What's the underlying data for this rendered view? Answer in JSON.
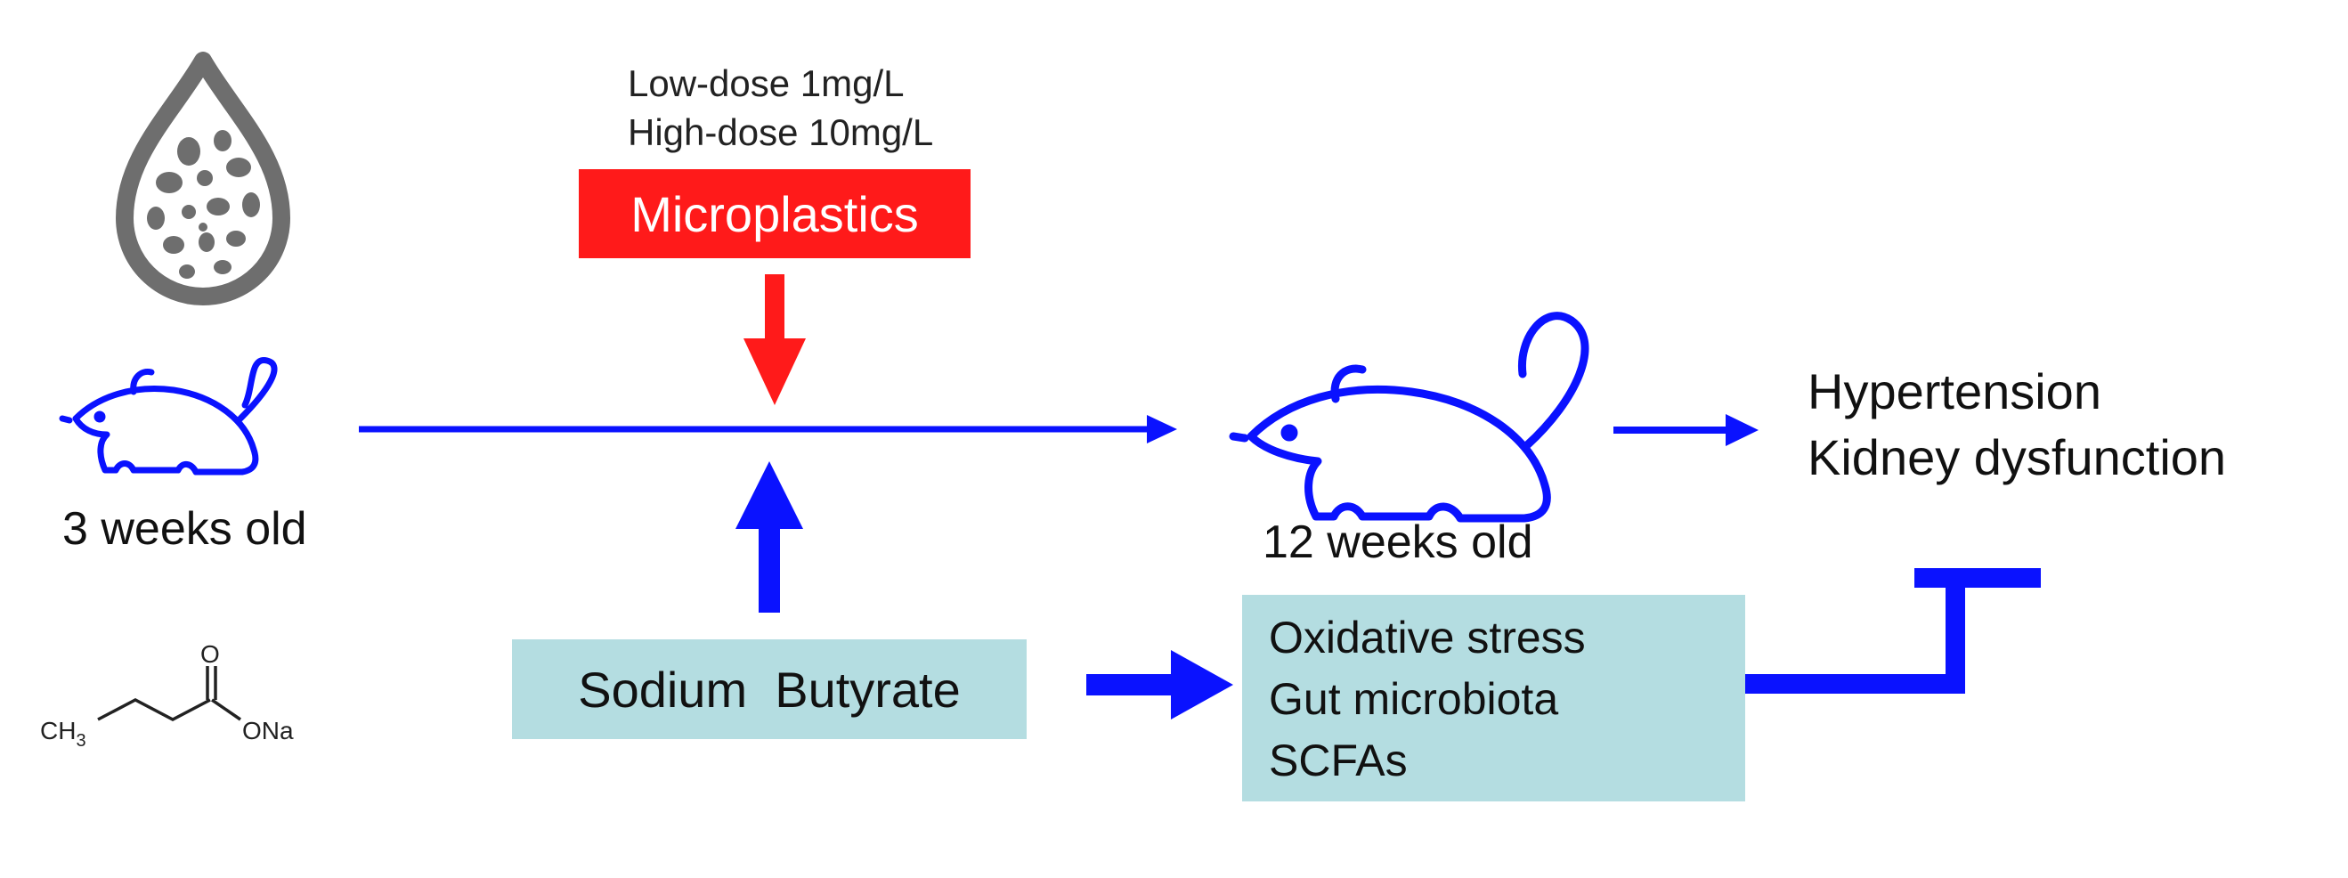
{
  "doses": {
    "low": "Low-dose 1mg/L",
    "high": "High-dose 10mg/L"
  },
  "microplastics_label": "Microplastics",
  "young_age_label": "3 weeks old",
  "adult_age_label": "12 weeks old",
  "outcomes": [
    "Hypertension",
    "Kidney dysfunction"
  ],
  "treatment_label": "Sodium  Butyrate",
  "mechanisms": [
    "Oxidative stress",
    "Gut microbiota",
    "SCFAs"
  ],
  "chemical": {
    "group_left": "CH3",
    "oxygen": "O",
    "group_right": "ONa"
  },
  "colors": {
    "microplastics_box": "#ff1a1a",
    "arrow_blue": "#0a12ff",
    "arrow_red": "#ff1a1a",
    "mechanism_box": "#b4dde1",
    "droplet_gray": "#6e6e6e"
  },
  "icons": [
    "water-droplet-icon",
    "young-rat-icon",
    "adult-rat-icon",
    "sodium-butyrate-structure-icon"
  ]
}
